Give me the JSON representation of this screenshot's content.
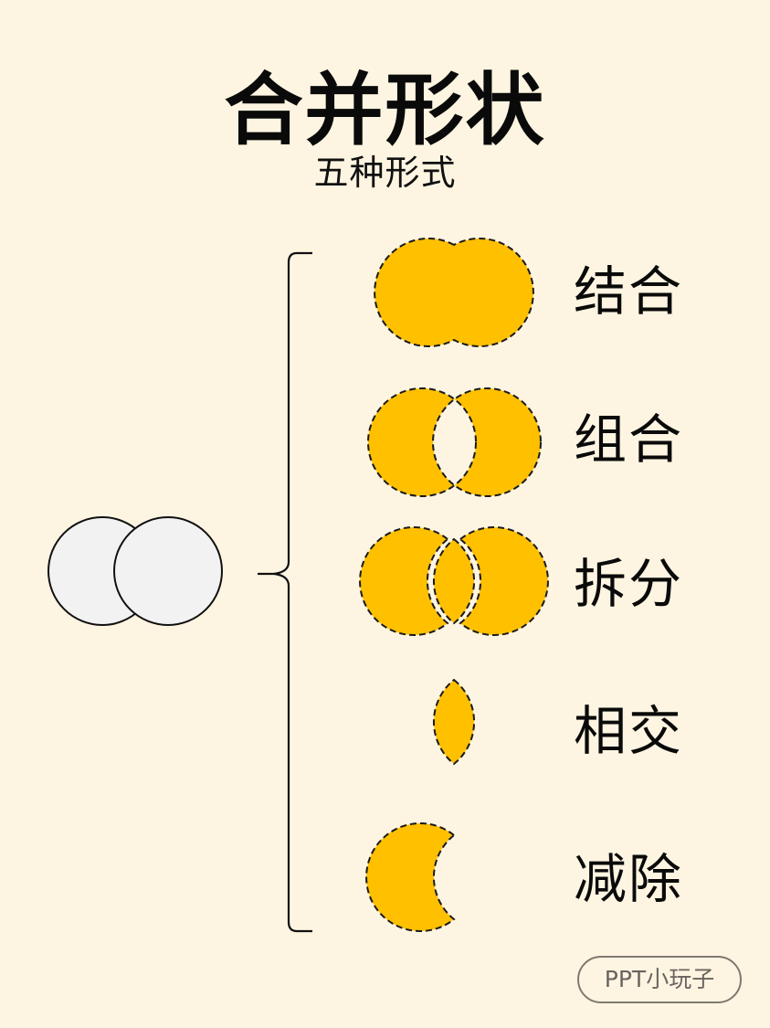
{
  "header": {
    "title": "合并形状",
    "subtitle": "五种形式"
  },
  "source_shape": {
    "description": "two overlapping circles",
    "fill": "#f2f2f2",
    "stroke": "#111111"
  },
  "operations": [
    {
      "label": "结合",
      "shape": "union"
    },
    {
      "label": "组合",
      "shape": "combine"
    },
    {
      "label": "拆分",
      "shape": "fragment"
    },
    {
      "label": "相交",
      "shape": "intersect"
    },
    {
      "label": "减除",
      "shape": "subtract"
    }
  ],
  "colors": {
    "background": "#fdf5e1",
    "shape_fill": "#ffc000",
    "outline": "#1a1a1a"
  },
  "footer": {
    "badge": "PPT小玩子"
  }
}
